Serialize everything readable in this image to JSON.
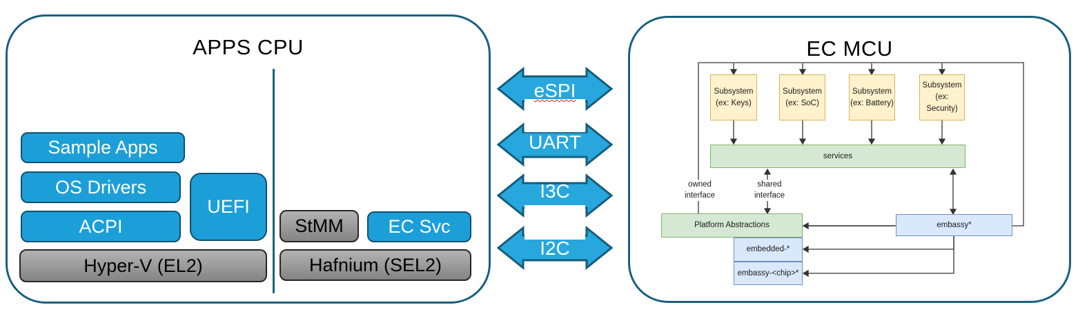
{
  "left_panel": {
    "title": "APPS CPU",
    "boxes": {
      "sample_apps": "Sample Apps",
      "os_drivers": "OS Drivers",
      "acpi": "ACPI",
      "uefi": "UEFI",
      "hyperv": "Hyper-V (EL2)",
      "stmm": "StMM",
      "ec_svc": "EC Svc",
      "hafnium": "Hafnium (SEL2)"
    }
  },
  "bus_arrows": [
    {
      "label": "eSPI",
      "spellcheck_squiggle": true
    },
    {
      "label": "UART",
      "spellcheck_squiggle": false
    },
    {
      "label": "I3C",
      "spellcheck_squiggle": false
    },
    {
      "label": "I2C",
      "spellcheck_squiggle": false
    }
  ],
  "right_panel": {
    "title": "EC MCU",
    "subsystems": [
      {
        "line1": "Subsystem",
        "line2": "(ex: Keys)"
      },
      {
        "line1": "Subsystem",
        "line2": "(ex: SoC)"
      },
      {
        "line1": "Subsystem",
        "line2": "(ex: Battery)"
      },
      {
        "line1": "Subsystem",
        "line2": "(ex: Security)"
      }
    ],
    "services": "services",
    "owned_interface": {
      "line1": "owned",
      "line2": "interface"
    },
    "shared_interface": {
      "line1": "shared",
      "line2": "interface"
    },
    "platform_abstractions": "Platform Abstractions",
    "embassy": "embassy*",
    "embedded": "embedded-*",
    "embassy_chip": "embassy-<chip>*"
  },
  "colors": {
    "container_border": "#19607F",
    "box_blue_fill": "#1C9FD9",
    "box_blue_border": "#0E506E",
    "box_gray_top": "#B3B3B3",
    "box_gray_bottom": "#848484",
    "bus_arrow_fill": "#27A7DE",
    "bus_arrow_border": "#155C78",
    "subsystem_fill": "#FFF2CC",
    "subsystem_border": "#D6B656",
    "green_fill": "#D5E8D4",
    "green_border": "#82B366",
    "lightblue_fill": "#DAE8FC",
    "lightblue_border": "#6C8EBF",
    "connector": "#333333"
  }
}
